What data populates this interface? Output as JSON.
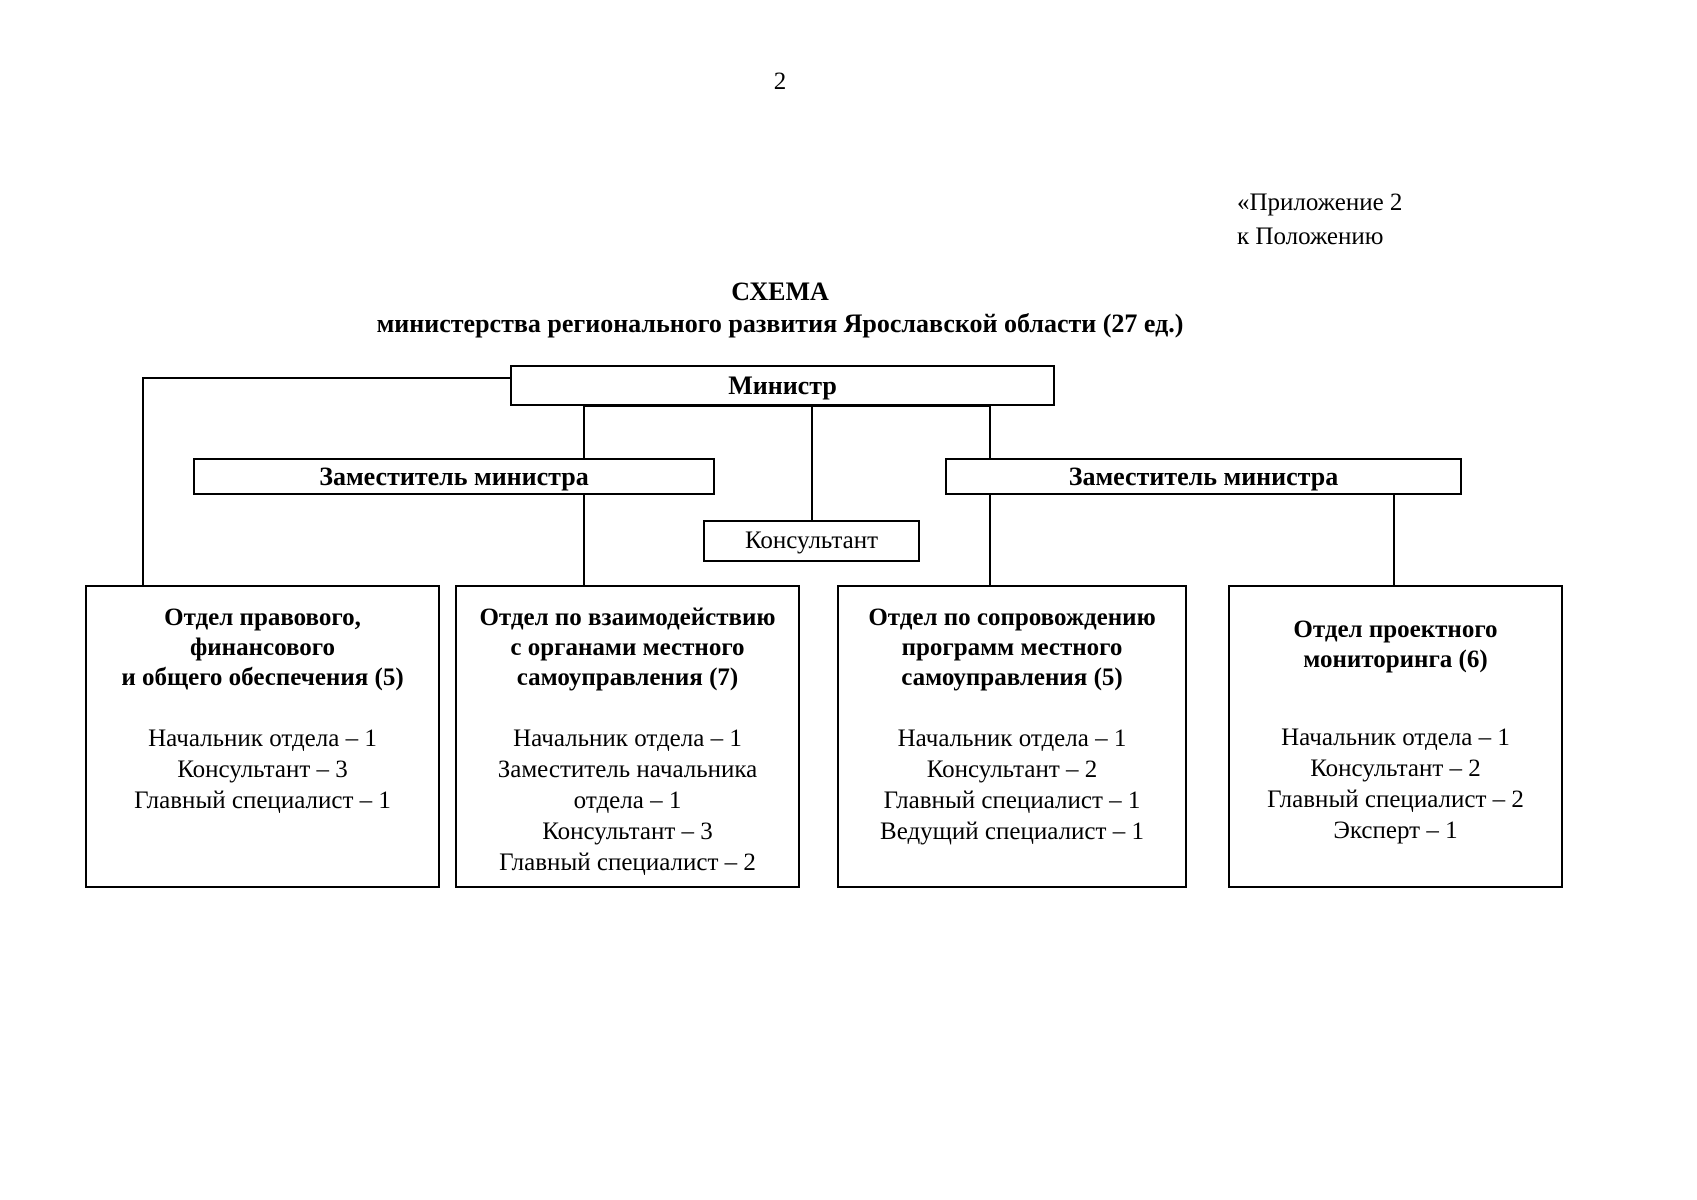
{
  "page": {
    "number": "2"
  },
  "appendix": {
    "line1": "«Приложение 2",
    "line2": "к Положению"
  },
  "title": "СХЕМА",
  "subtitle": "министерства регионального развития Ярославской области (27 ед.)",
  "nodes": {
    "minister": "Министр",
    "deputy_left": "Заместитель министра",
    "deputy_right": "Заместитель министра",
    "consultant": "Консультант"
  },
  "departments": [
    {
      "title_lines": [
        "Отдел правового,",
        "финансового",
        "и общего обеспечения (5)"
      ],
      "staff": [
        "Начальник отдела – 1",
        "Консультант – 3",
        "Главный специалист – 1"
      ]
    },
    {
      "title_lines": [
        "Отдел по взаимодействию",
        "с органами местного",
        "самоуправления (7)"
      ],
      "staff": [
        "Начальник отдела – 1",
        "Заместитель начальника отдела – 1",
        "Консультант – 3",
        "Главный специалист – 2"
      ]
    },
    {
      "title_lines": [
        "Отдел по сопровождению",
        "программ местного",
        "самоуправления (5)"
      ],
      "staff": [
        "Начальник отдела – 1",
        "Консультант – 2",
        "Главный специалист – 1",
        "Ведущий специалист – 1"
      ]
    },
    {
      "title_lines": [
        "Отдел проектного",
        "мониторинга (6)"
      ],
      "staff": [
        "Начальник отдела – 1",
        "Консультант – 2",
        "Главный специалист – 2",
        "Эксперт – 1"
      ]
    }
  ],
  "chart_data": {
    "type": "diagram",
    "diagram_kind": "organizational-chart",
    "total_units": 27,
    "edges": [
      {
        "from": "Министр",
        "to": "Заместитель министра (левый)"
      },
      {
        "from": "Министр",
        "to": "Заместитель министра (правый)"
      },
      {
        "from": "Министр",
        "to": "Консультант"
      },
      {
        "from": "Министр",
        "to": "Отдел правового, финансового и общего обеспечения (5)"
      },
      {
        "from": "Заместитель министра (левый)",
        "to": "Отдел по взаимодействию с органами местного самоуправления (7)"
      },
      {
        "from": "Заместитель министра (правый)",
        "to": "Отдел по сопровождению программ местного самоуправления (5)"
      },
      {
        "from": "Заместитель министра (правый)",
        "to": "Отдел проектного мониторинга (6)"
      }
    ]
  }
}
